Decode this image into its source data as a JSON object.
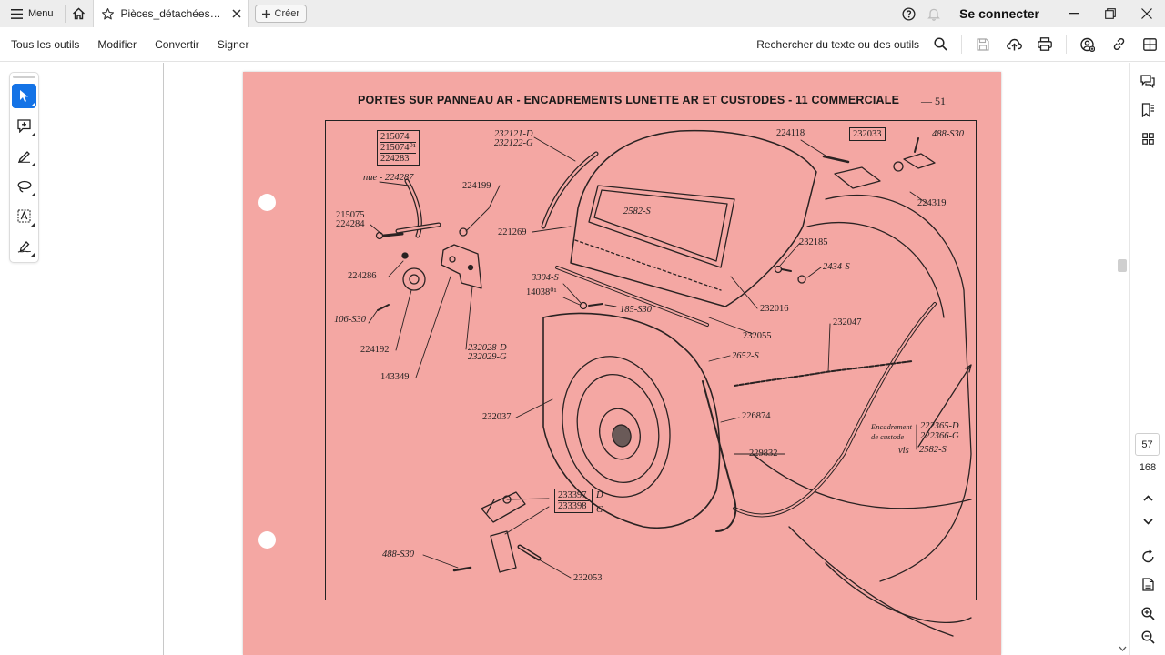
{
  "titlebar": {
    "menu_label": "Menu",
    "tab_title": "Pièces_détachées_ca...",
    "create_label": "Créer",
    "signin_label": "Se connecter"
  },
  "toolbar": {
    "items": [
      "Tous les outils",
      "Modifier",
      "Convertir",
      "Signer"
    ],
    "search_text": "Rechercher du texte ou des outils"
  },
  "document": {
    "title": "PORTES SUR PANNEAU AR - ENCADREMENTS LUNETTE AR ET CUSTODES - 11 COMMERCIALE",
    "page_mark": "— 51",
    "labels": {
      "l215074": "215074",
      "l21507401": "215074⁰¹",
      "l224283": "224283",
      "l224287": "nue - 224287",
      "l215075": "215075",
      "l224284": "224284",
      "l224199": "224199",
      "l224286": "224286",
      "l106": "106-S30",
      "l224192": "224192",
      "l143349": "143349",
      "l232028": "232028-D",
      "l232029": "232029-G",
      "l232121": "232121-D",
      "l232122": "232122-G",
      "l2582a": "2582-S",
      "l221269": "221269",
      "l3304": "3304-S",
      "l14038": "14038⁰¹",
      "l185": "185-S30",
      "l232016": "232016",
      "l232055": "232055",
      "l2652": "2652-S",
      "l224118": "224118",
      "l232033": "232033",
      "l488a": "488-S30",
      "l224319": "224319",
      "l232185": "232185",
      "l2434": "2434-S",
      "l232047": "232047",
      "l232037": "232037",
      "l226874": "226874",
      "l229832": "229832",
      "l_encad1": "Encadrement",
      "l_encad2": "de custode",
      "l222365": "222365-D",
      "l222366": "222366-G",
      "l_vis": "vis",
      "l2582b": "2582-S",
      "l233397": "233397",
      "l233397s": "D",
      "l233398": "233398",
      "l233398s": "G",
      "l488b": "488-S30",
      "l232053": "232053"
    }
  },
  "navigation": {
    "current_page": "57",
    "total_pages": "168"
  },
  "colors": {
    "page_background": "#f4a7a3",
    "accent": "#1473e6",
    "chrome": "#ededed"
  },
  "icons": [
    "hamburger-icon",
    "home-icon",
    "star-icon",
    "close-icon",
    "plus-icon",
    "help-icon",
    "bell-icon",
    "minimize-icon",
    "restore-icon",
    "window-close-icon",
    "search-icon",
    "save-icon",
    "upload-icon",
    "print-icon",
    "share-icon",
    "link-icon",
    "sidebar-icon",
    "comment-icon",
    "bookmark-icon",
    "grid-icon",
    "chevron-up-icon",
    "chevron-down-icon",
    "refresh-icon",
    "document-icon",
    "zoom-in-icon",
    "zoom-out-icon"
  ]
}
